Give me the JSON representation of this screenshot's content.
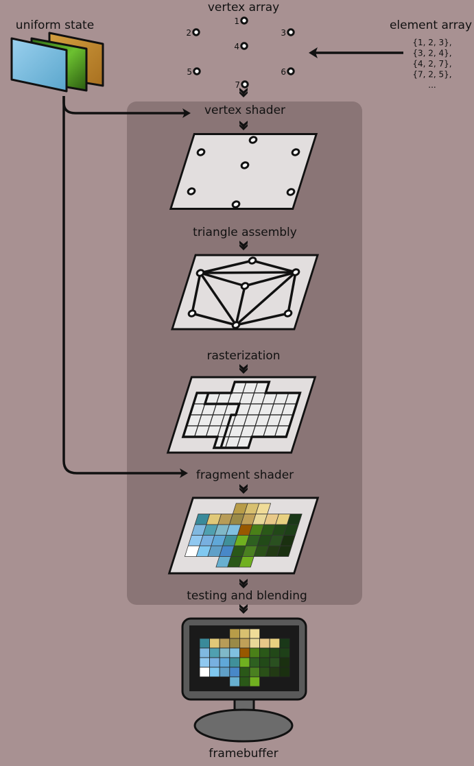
{
  "labels": {
    "vertex_array": "vertex array",
    "uniform_state": "uniform state",
    "element_array": "element array",
    "vertex_shader": "vertex shader",
    "triangle_assembly": "triangle assembly",
    "rasterization": "rasterization",
    "fragment_shader": "fragment shader",
    "testing_and_blending": "testing and blending",
    "framebuffer": "framebuffer"
  },
  "vertices": [
    "1",
    "2",
    "3",
    "4",
    "5",
    "6",
    "7"
  ],
  "element_array": [
    "{1, 2, 3},",
    "{3, 2, 4},",
    "{4, 2, 7},",
    "{7, 2, 5},",
    "..."
  ],
  "colors": {
    "background": "#a89192",
    "pipeline_panel": "#8a7576",
    "card": "#e2dede",
    "texture_water": "#7fbde0",
    "texture_leaves": "#3f8a1e",
    "texture_wood": "#c08a30"
  },
  "fragment_grid": [
    [
      null,
      null,
      null,
      "#b89c48",
      "#d8c070",
      "#f0dc98",
      null,
      null,
      null
    ],
    [
      "#3a8a9a",
      "#e0c878",
      "#b89c58",
      "#9a8a48",
      "#c0a058",
      "#e8d898",
      "#e8c888",
      "#e8d080",
      "#1a3818"
    ],
    [
      "#80b8e0",
      "#50a0b0",
      "#80b8c8",
      "#80c0e0",
      "#985800",
      "#4a8018",
      "#2a5818",
      "#224818",
      "#1e4018"
    ],
    [
      "#90c8f0",
      "#78b0e0",
      "#60a8d8",
      "#40909a",
      "#70b020",
      "#2e6020",
      "#224a18",
      "#2a5020",
      "#1a3010"
    ],
    [
      "#ffffff",
      "#80c8f0",
      "#60a0c8",
      "#4888c8",
      "#2a5818",
      "#4a8020",
      "#2a5018",
      "#223a14",
      "#1a3010"
    ],
    [
      null,
      null,
      null,
      "#68b0d0",
      "#2a5818",
      "#70b020",
      null,
      null,
      null
    ]
  ]
}
